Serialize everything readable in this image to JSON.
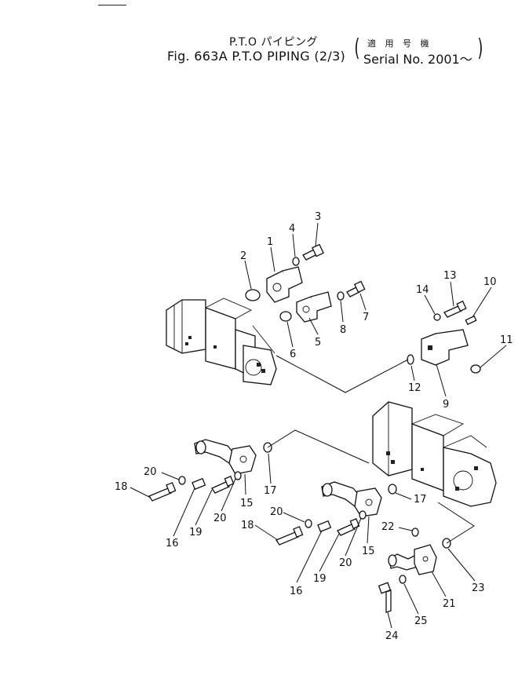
{
  "header": {
    "title_jp": "P.T.O パイピング",
    "fig_prefix": "Fig. 663A",
    "title_en": "P.T.O PIPING (2/3)",
    "applicability_jp": "適 用 号 機",
    "serial": "Serial No. 2001～"
  },
  "callouts": [
    {
      "id": "1",
      "label": "1"
    },
    {
      "id": "2",
      "label": "2"
    },
    {
      "id": "3",
      "label": "3"
    },
    {
      "id": "4",
      "label": "4"
    },
    {
      "id": "5",
      "label": "5"
    },
    {
      "id": "6",
      "label": "6"
    },
    {
      "id": "7",
      "label": "7"
    },
    {
      "id": "8",
      "label": "8"
    },
    {
      "id": "9",
      "label": "9"
    },
    {
      "id": "10",
      "label": "10"
    },
    {
      "id": "11",
      "label": "11"
    },
    {
      "id": "12",
      "label": "12"
    },
    {
      "id": "13",
      "label": "13"
    },
    {
      "id": "14",
      "label": "14"
    },
    {
      "id": "15a",
      "label": "15"
    },
    {
      "id": "15b",
      "label": "15"
    },
    {
      "id": "16a",
      "label": "16"
    },
    {
      "id": "16b",
      "label": "16"
    },
    {
      "id": "17a",
      "label": "17"
    },
    {
      "id": "17b",
      "label": "17"
    },
    {
      "id": "18a",
      "label": "18"
    },
    {
      "id": "18b",
      "label": "18"
    },
    {
      "id": "19a",
      "label": "19"
    },
    {
      "id": "19b",
      "label": "19"
    },
    {
      "id": "20a",
      "label": "20"
    },
    {
      "id": "20b",
      "label": "20"
    },
    {
      "id": "20c",
      "label": "20"
    },
    {
      "id": "20d",
      "label": "20"
    },
    {
      "id": "21",
      "label": "21"
    },
    {
      "id": "22",
      "label": "22"
    },
    {
      "id": "23",
      "label": "23"
    },
    {
      "id": "24",
      "label": "24"
    },
    {
      "id": "25",
      "label": "25"
    }
  ]
}
